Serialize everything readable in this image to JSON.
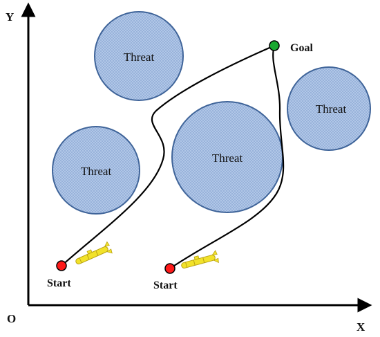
{
  "axes": {
    "origin_label": "O",
    "x_label": "X",
    "y_label": "Y"
  },
  "threats": [
    {
      "label": "Threat"
    },
    {
      "label": "Threat"
    },
    {
      "label": "Threat"
    },
    {
      "label": "Threat"
    }
  ],
  "goal": {
    "label": "Goal"
  },
  "starts": [
    {
      "label": "Start"
    },
    {
      "label": "Start"
    }
  ],
  "colors": {
    "threat_fill": "#aec4e6",
    "threat_stroke": "#3f6499",
    "start_marker": "#ff1a1a",
    "goal_marker": "#1aa830",
    "vehicle": "#f2e22a"
  }
}
